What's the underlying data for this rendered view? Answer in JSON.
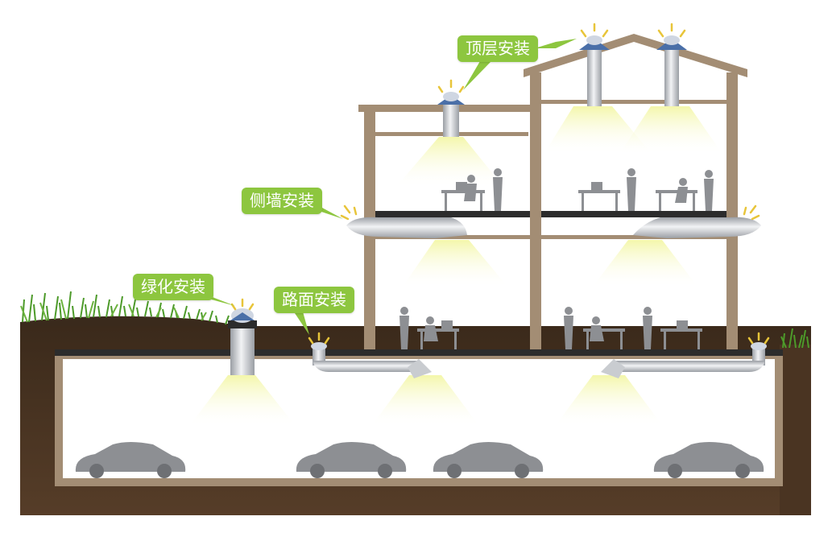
{
  "labels": {
    "roof": "顶层安装",
    "side_wall": "侧墙安装",
    "greenery": "绿化安装",
    "road": "路面安装"
  },
  "colors": {
    "callout_green": "#8dc63f",
    "wall_tan": "#a38d74",
    "soil_dark": "#4a3422",
    "grass": "#4d9a2a",
    "light_yellow": "#e9ef9a",
    "pipe_silver": "#c9ccd0",
    "floor_black": "#2c2c2c",
    "silhouette_gray": "#8d8f93"
  }
}
